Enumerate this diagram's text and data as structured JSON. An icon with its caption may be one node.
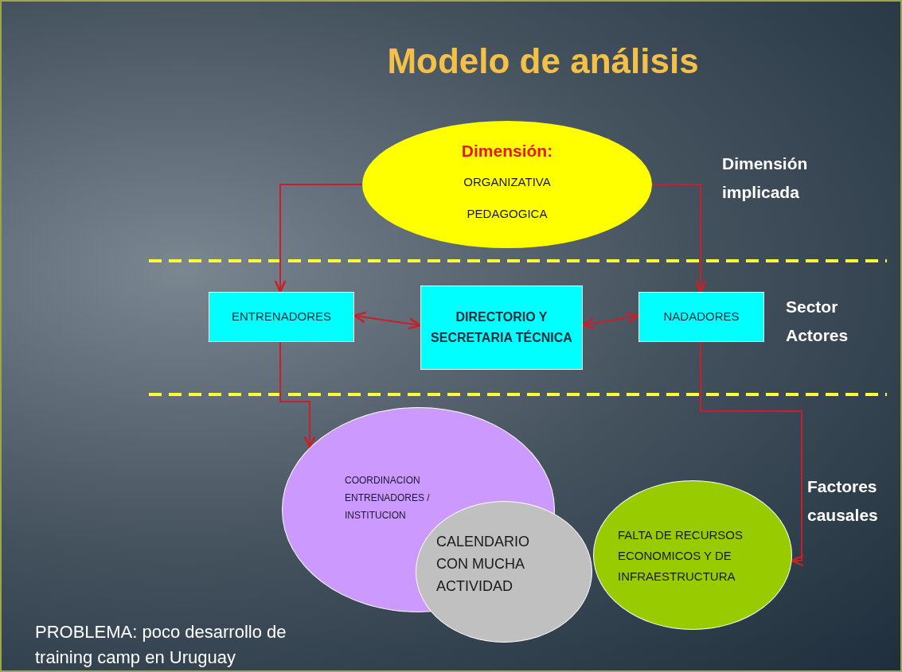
{
  "diagram": {
    "title": "Modelo de análisis",
    "nodes": [
      {
        "text": [
          "Dimensión:",
          "ORGANIZATIVA",
          "PEDAGOGICA"
        ]
      },
      {
        "text": [
          "ENTRENADORES"
        ]
      },
      {
        "text": [
          "DIRECTORIO Y SECRETARIA TÉCNICA"
        ]
      },
      {
        "text": [
          "NADADORES"
        ]
      },
      {
        "text": [
          "COORDINACION ENTRENADORES / INSTITUCION"
        ]
      },
      {
        "text": [
          "CALENDARIO CON MUCHA ACTIVIDAD"
        ]
      },
      {
        "text": [
          "FALTA DE RECURSOS ECONOMICOS Y DE INFRAESTRUCTURA"
        ]
      }
    ],
    "edges": [
      {
        "from": 0,
        "to": 1,
        "arrow": "to"
      },
      {
        "from": 0,
        "to": 3,
        "arrow": "to"
      },
      {
        "from": 1,
        "to": 2,
        "arrow": "both"
      },
      {
        "from": 2,
        "to": 3,
        "arrow": "both"
      },
      {
        "from": 1,
        "to": 4,
        "arrow": "to"
      },
      {
        "from": 3,
        "to": 6,
        "arrow": "to"
      }
    ],
    "labels": [
      "Dimensión implicada",
      "Sector Actores",
      "Factores causales",
      "PROBLEMA: poco desarrollo de training camp en Uruguay"
    ]
  }
}
